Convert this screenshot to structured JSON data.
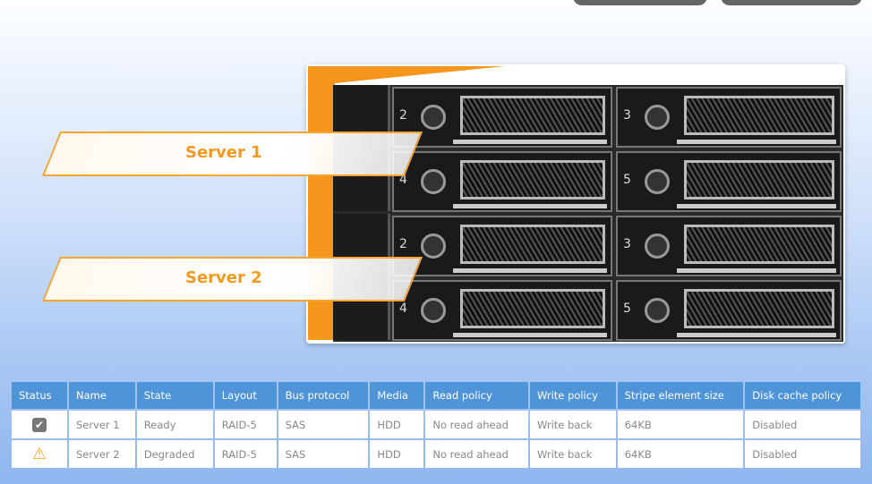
{
  "labels": [
    "Server 1",
    "Server 2"
  ],
  "drive_numbers": {
    "top": [
      "2",
      "3",
      "4",
      "5"
    ],
    "bottom": [
      "2",
      "3",
      "4",
      "5"
    ]
  },
  "table": {
    "headers": [
      "Status",
      "Name",
      "State",
      "Layout",
      "Bus protocol",
      "Media",
      "Read policy",
      "Write policy",
      "Stripe element size",
      "Disk cache policy"
    ],
    "rows": [
      {
        "status": "ok",
        "status_icon": "✔",
        "cells": [
          "Server 1",
          "Ready",
          "RAID-5",
          "SAS",
          "HDD",
          "No read ahead",
          "Write back",
          "64KB",
          "Disabled"
        ]
      },
      {
        "status": "warning",
        "status_icon": "⚠",
        "cells": [
          "Server 2",
          "Degraded",
          "RAID-5",
          "SAS",
          "HDD",
          "No read ahead",
          "Write back",
          "64KB",
          "Disabled"
        ]
      }
    ]
  },
  "colors": {
    "accent": "#f7961d",
    "header": "#4f93d8"
  }
}
